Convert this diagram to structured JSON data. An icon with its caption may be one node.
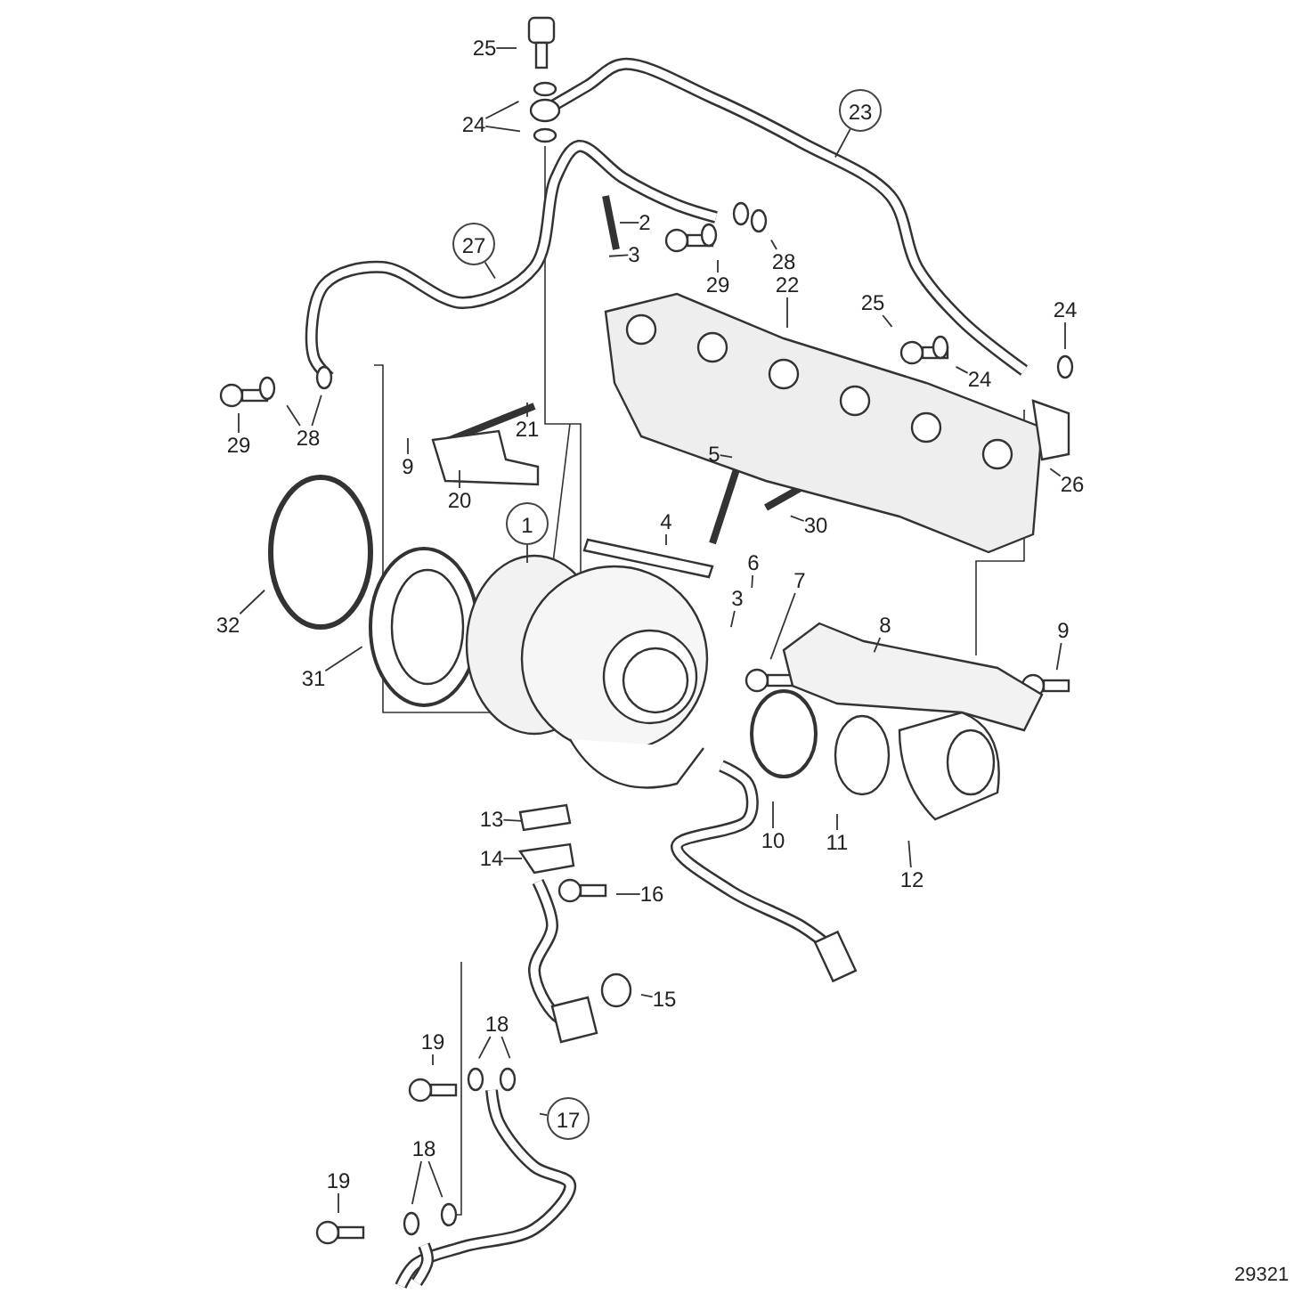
{
  "diagram": {
    "nodes": [
      {
        "text": [
          "25"
        ]
      },
      {
        "text": [
          "24"
        ]
      },
      {
        "text": [
          "23"
        ]
      },
      {
        "text": [
          "2"
        ]
      },
      {
        "text": [
          "3"
        ]
      },
      {
        "text": [
          "27"
        ]
      },
      {
        "text": [
          "28"
        ]
      },
      {
        "text": [
          "29"
        ]
      },
      {
        "text": [
          "22"
        ]
      },
      {
        "text": [
          "24"
        ]
      },
      {
        "text": [
          "25"
        ]
      },
      {
        "text": [
          "24"
        ]
      },
      {
        "text": [
          "28"
        ]
      },
      {
        "text": [
          "21"
        ]
      },
      {
        "text": [
          "29"
        ]
      },
      {
        "text": [
          "5"
        ]
      },
      {
        "text": [
          "9"
        ]
      },
      {
        "text": [
          "26"
        ]
      },
      {
        "text": [
          "20"
        ]
      },
      {
        "text": [
          "4"
        ]
      },
      {
        "text": [
          "1"
        ]
      },
      {
        "text": [
          "30"
        ]
      },
      {
        "text": [
          "6"
        ]
      },
      {
        "text": [
          "7"
        ]
      },
      {
        "text": [
          "3"
        ]
      },
      {
        "text": [
          "8"
        ]
      },
      {
        "text": [
          "32"
        ]
      },
      {
        "text": [
          "9"
        ]
      },
      {
        "text": [
          "31"
        ]
      },
      {
        "text": [
          "13"
        ]
      },
      {
        "text": [
          "10"
        ]
      },
      {
        "text": [
          "11"
        ]
      },
      {
        "text": [
          "14"
        ]
      },
      {
        "text": [
          "12"
        ]
      },
      {
        "text": [
          "16"
        ]
      },
      {
        "text": [
          "15"
        ]
      },
      {
        "text": [
          "18"
        ]
      },
      {
        "text": [
          "19"
        ]
      },
      {
        "text": [
          "17"
        ]
      },
      {
        "text": [
          "18"
        ]
      },
      {
        "text": [
          "19"
        ]
      }
    ],
    "edges": [
      {
        "from": 0,
        "to": null,
        "arrow": "none"
      },
      {
        "from": 1,
        "to": null,
        "arrow": "none"
      },
      {
        "from": 1,
        "to": null,
        "arrow": "none"
      },
      {
        "from": 2,
        "to": null,
        "arrow": "none"
      },
      {
        "from": 3,
        "to": null,
        "arrow": "none"
      },
      {
        "from": 4,
        "to": null,
        "arrow": "none"
      },
      {
        "from": 5,
        "to": null,
        "arrow": "none"
      },
      {
        "from": 6,
        "to": null,
        "arrow": "none"
      },
      {
        "from": 7,
        "to": null,
        "arrow": "none"
      },
      {
        "from": 8,
        "to": null,
        "arrow": "none"
      },
      {
        "from": 9,
        "to": null,
        "arrow": "none"
      },
      {
        "from": 10,
        "to": null,
        "arrow": "none"
      },
      {
        "from": 11,
        "to": null,
        "arrow": "none"
      },
      {
        "from": 12,
        "to": null,
        "arrow": "none"
      },
      {
        "from": 12,
        "to": null,
        "arrow": "none"
      },
      {
        "from": 13,
        "to": null,
        "arrow": "none"
      },
      {
        "from": 14,
        "to": null,
        "arrow": "none"
      },
      {
        "from": 15,
        "to": null,
        "arrow": "none"
      },
      {
        "from": 16,
        "to": null,
        "arrow": "none"
      },
      {
        "from": 17,
        "to": null,
        "arrow": "none"
      },
      {
        "from": 18,
        "to": null,
        "arrow": "none"
      },
      {
        "from": 19,
        "to": null,
        "arrow": "none"
      },
      {
        "from": 20,
        "to": null,
        "arrow": "none"
      },
      {
        "from": 21,
        "to": null,
        "arrow": "none"
      },
      {
        "from": 22,
        "to": null,
        "arrow": "none"
      },
      {
        "from": 23,
        "to": null,
        "arrow": "none"
      },
      {
        "from": 24,
        "to": null,
        "arrow": "none"
      },
      {
        "from": 25,
        "to": null,
        "arrow": "none"
      },
      {
        "from": 26,
        "to": null,
        "arrow": "none"
      },
      {
        "from": 27,
        "to": null,
        "arrow": "none"
      },
      {
        "from": 28,
        "to": null,
        "arrow": "none"
      },
      {
        "from": 29,
        "to": null,
        "arrow": "none"
      },
      {
        "from": 30,
        "to": null,
        "arrow": "none"
      },
      {
        "from": 31,
        "to": null,
        "arrow": "none"
      },
      {
        "from": 32,
        "to": null,
        "arrow": "none"
      },
      {
        "from": 33,
        "to": null,
        "arrow": "none"
      },
      {
        "from": 34,
        "to": null,
        "arrow": "none"
      },
      {
        "from": 35,
        "to": null,
        "arrow": "none"
      },
      {
        "from": 36,
        "to": null,
        "arrow": "none"
      },
      {
        "from": 36,
        "to": null,
        "arrow": "none"
      },
      {
        "from": 37,
        "to": null,
        "arrow": "none"
      },
      {
        "from": 38,
        "to": null,
        "arrow": "none"
      },
      {
        "from": 39,
        "to": null,
        "arrow": "none"
      },
      {
        "from": 39,
        "to": null,
        "arrow": "none"
      },
      {
        "from": 40,
        "to": null,
        "arrow": "none"
      }
    ],
    "labels": [
      "29321"
    ]
  }
}
